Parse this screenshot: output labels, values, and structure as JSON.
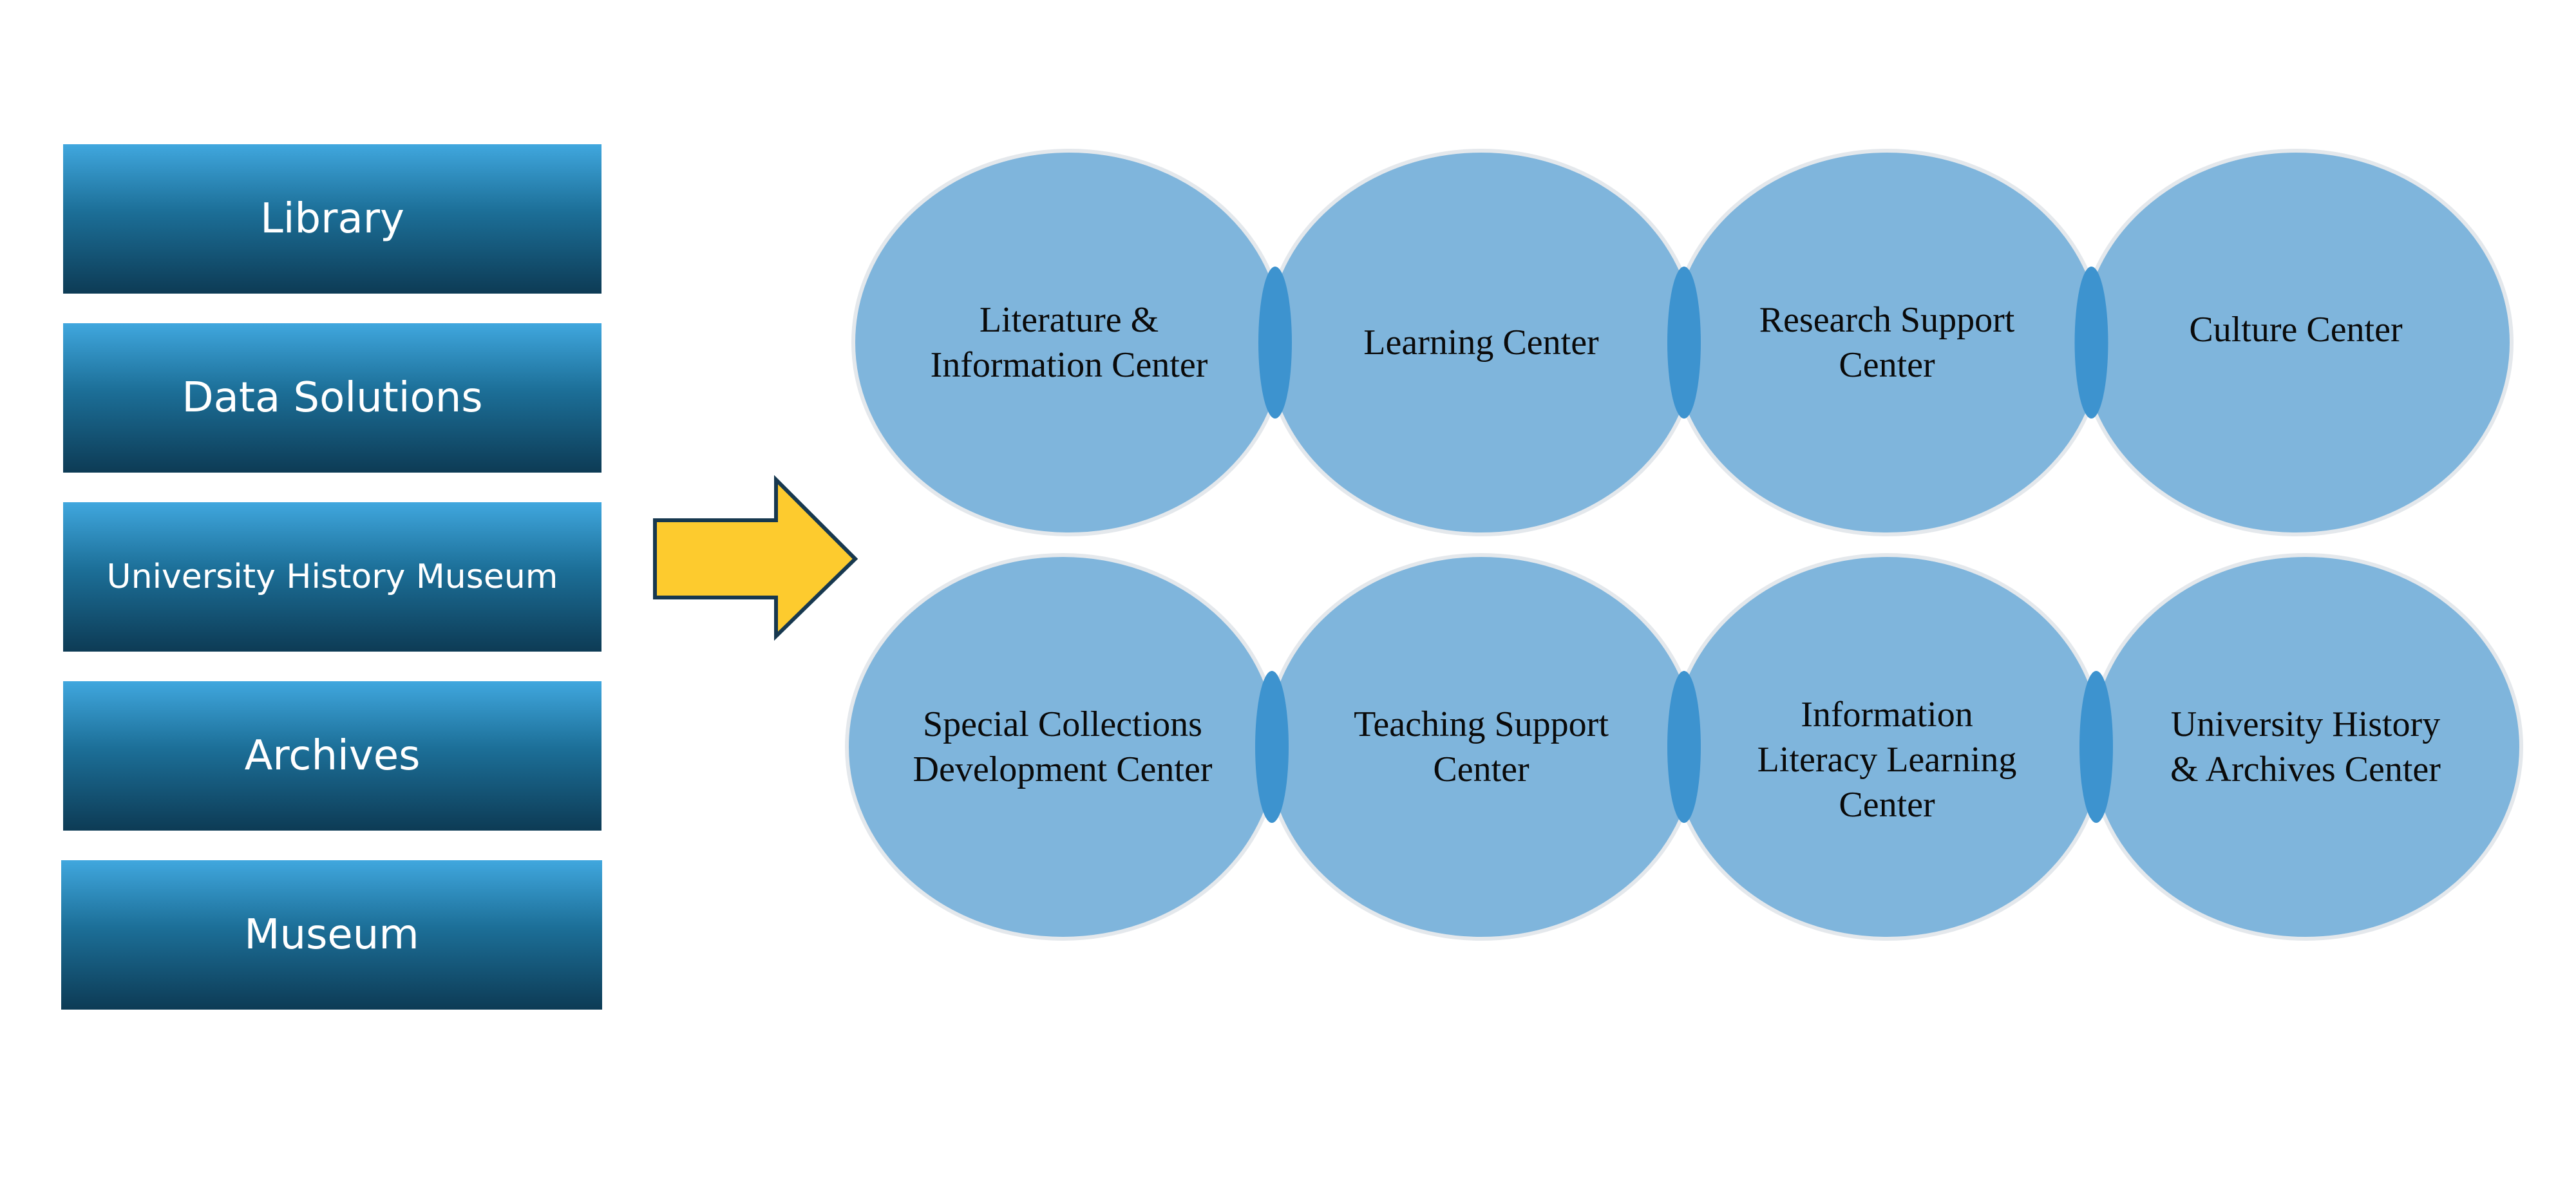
{
  "sources": [
    "Library",
    "Data Solutions",
    "University History Museum",
    "Archives",
    "Museum"
  ],
  "centers": {
    "row1": [
      [
        "Literature &",
        "Information Center"
      ],
      [
        "Learning Center"
      ],
      [
        "Research Support",
        "Center"
      ],
      [
        "Culture Center"
      ]
    ],
    "row2": [
      [
        "Special Collections",
        "Development Center"
      ],
      [
        "Teaching Support",
        "Center"
      ],
      [
        "Information",
        "Literacy Learning",
        "Center"
      ],
      [
        "University History",
        "& Archives Center"
      ]
    ]
  },
  "colors": {
    "box_top": "#40a7de",
    "box_bottom": "#0d3b55",
    "circle_fill": "#7fb5dc",
    "circle_overlap": "#3d93cf",
    "arrow_fill": "#fdcb2e",
    "arrow_stroke": "#17384f"
  }
}
